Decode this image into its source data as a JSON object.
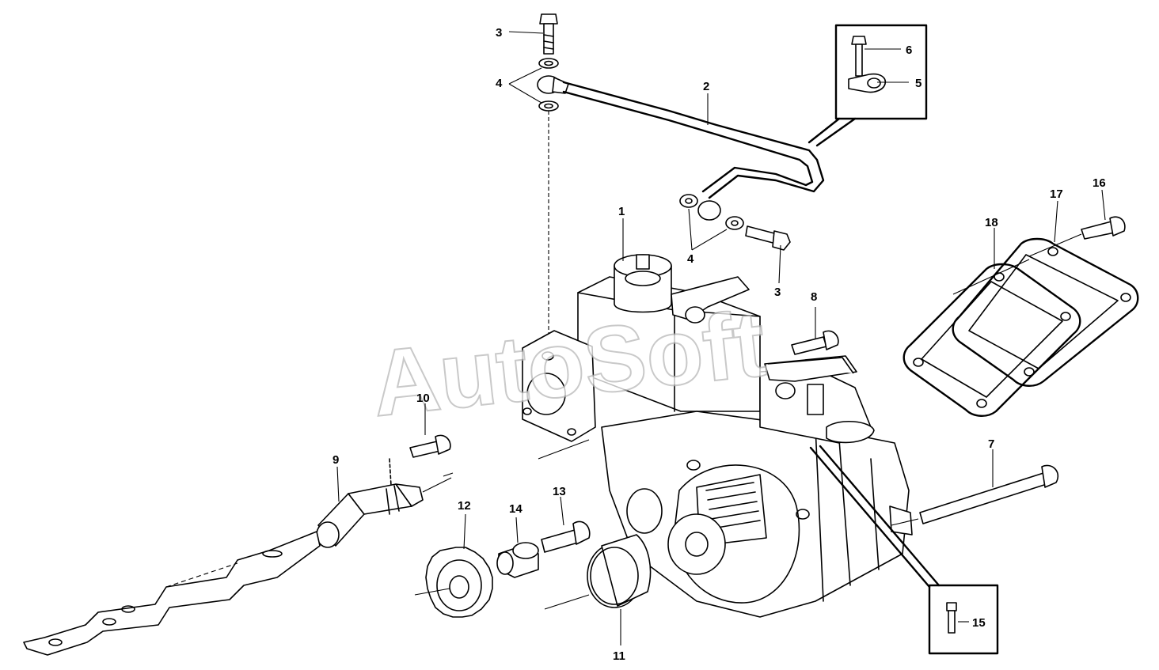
{
  "watermark": "AutoSoft",
  "callouts": {
    "c1": "1",
    "c2": "2",
    "c3a": "3",
    "c3b": "3",
    "c4a": "4",
    "c4b": "4",
    "c5": "5",
    "c6": "6",
    "c7": "7",
    "c8": "8",
    "c9": "9",
    "c10": "10",
    "c11": "11",
    "c12": "12",
    "c13": "13",
    "c14": "14",
    "c15": "15",
    "c16": "16",
    "c17": "17",
    "c18": "18"
  },
  "colors": {
    "line": "#000000",
    "background": "#ffffff",
    "watermark": "#b8b8b8"
  }
}
